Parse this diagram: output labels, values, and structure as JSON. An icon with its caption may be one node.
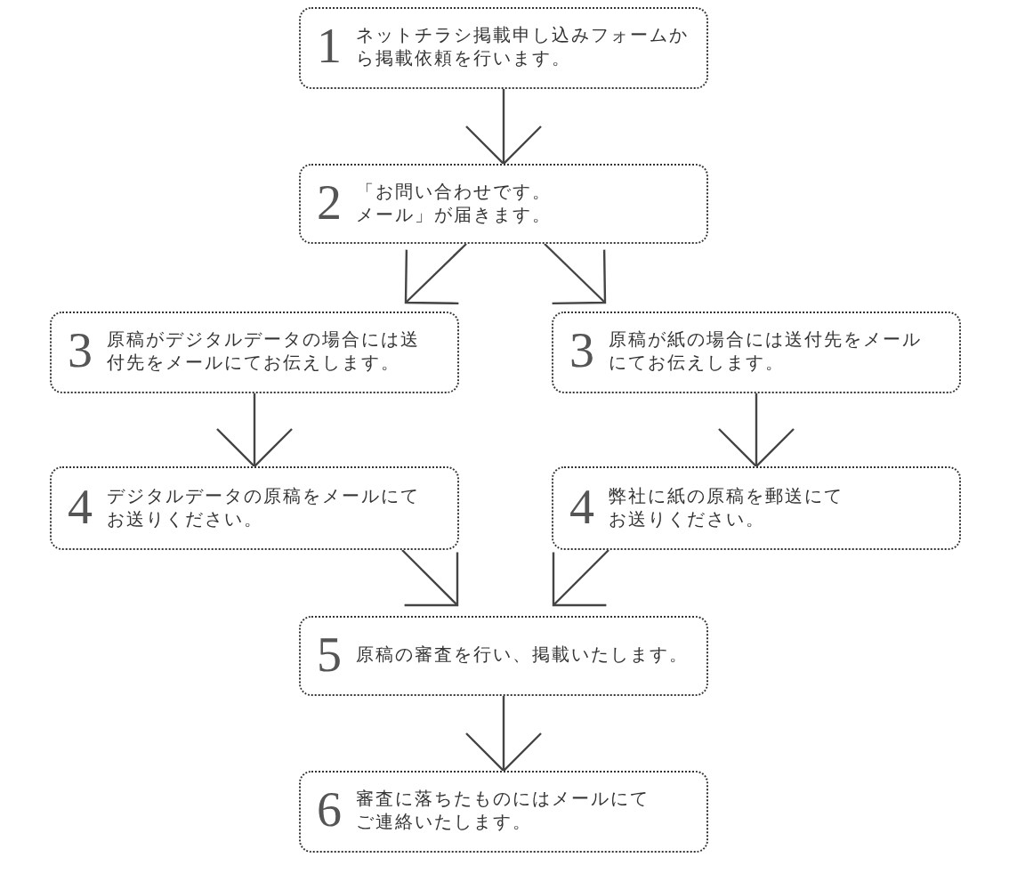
{
  "diagram": {
    "nodes": [
      {
        "text": [
          "1",
          "ネットチラシ掲載申し込みフォームから掲載依頼を行います。"
        ]
      },
      {
        "text": [
          "2",
          "「お問い合わせです。メール」が届きます。"
        ]
      },
      {
        "text": [
          "3",
          "原稿がデジタルデータの場合には送付先をメールにてお伝えします。"
        ]
      },
      {
        "text": [
          "3",
          "原稿が紙の場合には送付先をメールにてお伝えします。"
        ]
      },
      {
        "text": [
          "4",
          "デジタルデータの原稿をメールにてお送りください。"
        ]
      },
      {
        "text": [
          "4",
          "弊社に紙の原稿を郵送にてお送りください。"
        ]
      },
      {
        "text": [
          "5",
          "原稿の審査を行い、掲載いたします。"
        ]
      },
      {
        "text": [
          "6",
          "審査に落ちたものにはメールにてご連絡いたします。"
        ]
      }
    ],
    "edges": [
      {
        "from": 0,
        "to": 1,
        "arrow": "to"
      },
      {
        "from": 1,
        "to": 2,
        "arrow": "to"
      },
      {
        "from": 1,
        "to": 3,
        "arrow": "to"
      },
      {
        "from": 2,
        "to": 4,
        "arrow": "to"
      },
      {
        "from": 3,
        "to": 5,
        "arrow": "to"
      },
      {
        "from": 4,
        "to": 6,
        "arrow": "to"
      },
      {
        "from": 5,
        "to": 6,
        "arrow": "to"
      },
      {
        "from": 6,
        "to": 7,
        "arrow": "to"
      }
    ]
  }
}
